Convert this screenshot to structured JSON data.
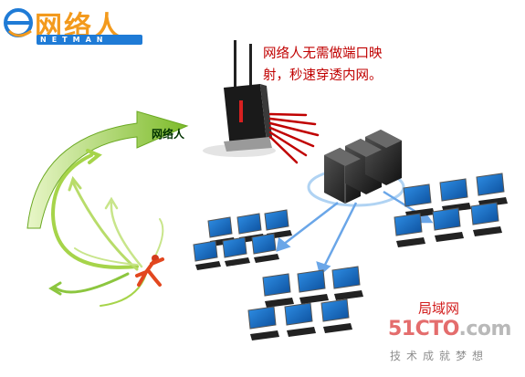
{
  "logo": {
    "cn_text": "网络人",
    "en_text": "NETMAN",
    "icon": "logo-e-icon"
  },
  "slogan": {
    "line1": "网络人无需做端口映",
    "line2": "射，秒速穿透内网。"
  },
  "arrow_label": "网络人",
  "lan_label": "局域网",
  "watermark": {
    "main_prefix": "51CTO",
    "main_suffix": ".com",
    "sub": "技术成就梦想"
  },
  "colors": {
    "arrow_green": "#8cc63f",
    "signal_red": "#c00000",
    "logo_orange": "#f39a1d",
    "logo_blue": "#1f7bd6",
    "screen_blue": "#1a6fc4",
    "link_blue": "#6aa6e8"
  },
  "icons": [
    "router-icon",
    "server-icon",
    "computer-icon",
    "person-icon",
    "arrow-icon"
  ]
}
